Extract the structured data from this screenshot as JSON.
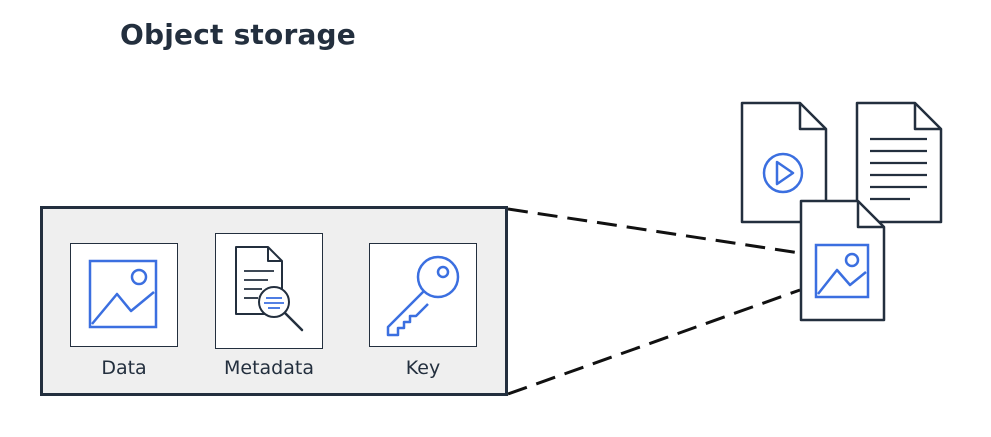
{
  "title": "Object storage",
  "components": [
    {
      "label": "Data",
      "icon": "image-icon"
    },
    {
      "label": "Metadata",
      "icon": "document-search-icon"
    },
    {
      "label": "Key",
      "icon": "key-icon"
    }
  ],
  "files": [
    {
      "icon": "video-file-icon"
    },
    {
      "icon": "text-file-icon"
    },
    {
      "icon": "image-file-icon"
    }
  ],
  "colors": {
    "outline": "#232f3e",
    "accent": "#3b6fe0",
    "box_fill": "#efefef"
  }
}
